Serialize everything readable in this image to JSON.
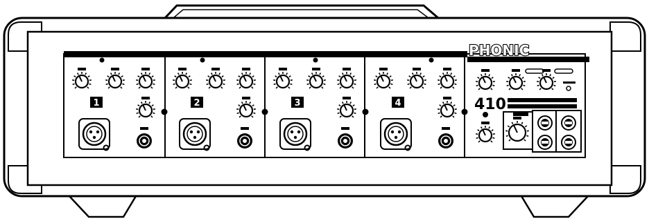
{
  "brand": "PHONIC",
  "model": "410",
  "channels": [
    {
      "label": "1"
    },
    {
      "label": "2"
    },
    {
      "label": "3"
    },
    {
      "label": "4"
    }
  ],
  "colors": {
    "line": "#000000",
    "background": "#ffffff"
  }
}
